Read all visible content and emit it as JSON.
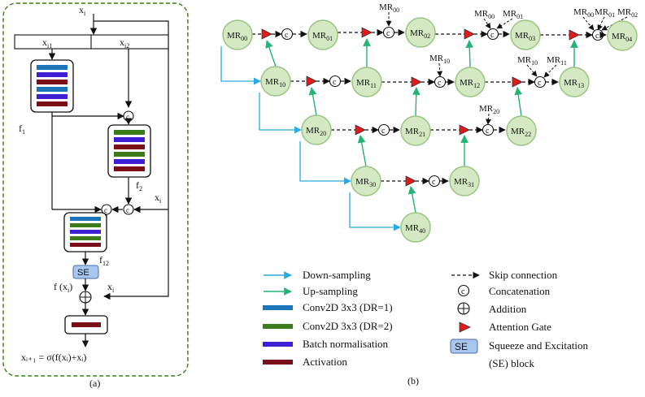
{
  "panel_a": {
    "caption": "(a)",
    "input": {
      "base": "x",
      "sub": "i"
    },
    "split_1": {
      "base": "x",
      "sub": "i1"
    },
    "split_2": {
      "base": "x",
      "sub": "i2"
    },
    "f1": {
      "base": "f",
      "sub": "1"
    },
    "f2": {
      "base": "f",
      "sub": "2"
    },
    "f12": {
      "base": "f",
      "sub": "12"
    },
    "xi_mid": {
      "base": "x",
      "sub": "i"
    },
    "xi_low": {
      "base": "x",
      "sub": "i"
    },
    "se_label": "SE",
    "fxi": {
      "pre": "f (x",
      "sub": "i",
      "post": ")"
    },
    "output_formula": "xᵢ₊₁ = σ(f(xᵢ)+xᵢ)",
    "concat_symbol": "c",
    "add_symbol": "+"
  },
  "panel_b": {
    "caption": "(b)",
    "nodes": [
      {
        "id": "MR00",
        "label": "MR",
        "sub": "00"
      },
      {
        "id": "MR01",
        "label": "MR",
        "sub": "01"
      },
      {
        "id": "MR02",
        "label": "MR",
        "sub": "02"
      },
      {
        "id": "MR03",
        "label": "MR",
        "sub": "03"
      },
      {
        "id": "MR04",
        "label": "MR",
        "sub": "04"
      },
      {
        "id": "MR10",
        "label": "MR",
        "sub": "10"
      },
      {
        "id": "MR11",
        "label": "MR",
        "sub": "11"
      },
      {
        "id": "MR12",
        "label": "MR",
        "sub": "12"
      },
      {
        "id": "MR13",
        "label": "MR",
        "sub": "13"
      },
      {
        "id": "MR20",
        "label": "MR",
        "sub": "20"
      },
      {
        "id": "MR21",
        "label": "MR",
        "sub": "21"
      },
      {
        "id": "MR22",
        "label": "MR",
        "sub": "22"
      },
      {
        "id": "MR30",
        "label": "MR",
        "sub": "30"
      },
      {
        "id": "MR31",
        "label": "MR",
        "sub": "31"
      },
      {
        "id": "MR40",
        "label": "MR",
        "sub": "40"
      }
    ],
    "skip_labels": [
      {
        "label": "MR",
        "sub": "00"
      },
      {
        "label": "MR",
        "sub": "00"
      },
      {
        "label": "MR",
        "sub": "01"
      },
      {
        "label": "MR",
        "sub": "00"
      },
      {
        "label": "MR",
        "sub": "01"
      },
      {
        "label": "MR",
        "sub": "02"
      },
      {
        "label": "MR",
        "sub": "10"
      },
      {
        "label": "MR",
        "sub": "10"
      },
      {
        "label": "MR",
        "sub": "11"
      },
      {
        "label": "MR",
        "sub": "20"
      }
    ]
  },
  "legend": {
    "down_sampling": "Down-sampling",
    "up_sampling": "Up-sampling",
    "conv_dr1": "Conv2D 3x3 (DR=1)",
    "conv_dr2": "Conv2D 3x3 (DR=2)",
    "batch_norm": "Batch normalisation",
    "activation": "Activation",
    "skip_connection": "Skip connection",
    "concatenation": "Concatenation",
    "addition": "Addition",
    "attention_gate": "Attention Gate",
    "se_box": "SE",
    "se_line1": "Squeeze and Excitation",
    "se_line2": "(SE) block"
  },
  "colors": {
    "down": "#29abe2",
    "up": "#22b573",
    "conv_dr1": "#1a75bc",
    "conv_dr2": "#3a7c1a",
    "batch_norm": "#3f1fd6",
    "activation": "#7a0f1a",
    "node_fill": "#d5e8c4",
    "node_stroke": "#98c480",
    "panel_border": "#3a7c1a",
    "attention": "#e21a1a",
    "se_fill": "#a8c6ee"
  }
}
